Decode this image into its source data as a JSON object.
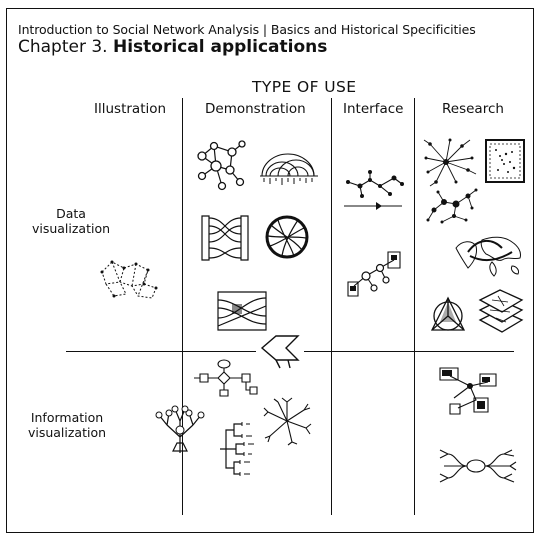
{
  "header": {
    "course_title": "Introduction to Social Network Analysis | Basics and Historical Specificities",
    "chapter_prefix": "Chapter 3. ",
    "chapter_title": "Historical applications"
  },
  "axis_title": "TYPE OF USE",
  "columns": [
    {
      "label": "Illustration"
    },
    {
      "label": "Demonstration"
    },
    {
      "label": "Interface"
    },
    {
      "label": "Research"
    }
  ],
  "rows": [
    {
      "line1": "Data",
      "line2": "visualization"
    },
    {
      "line1": "Information",
      "line2": "visualization"
    }
  ],
  "icons": [
    "network-graph-icon",
    "arc-diagram-icon",
    "alluvial-diagram-icon",
    "chord-diagram-icon",
    "dotted-cluster-icon",
    "sankey-flow-icon",
    "interactive-graph-icon",
    "image-network-icon",
    "star-network-icon",
    "scatter-matrix-icon",
    "dense-network-icon",
    "world-map-flow-icon",
    "triangle-network-icon",
    "layered-planes-icon",
    "flowchart-icon",
    "arrow-flow-icon",
    "family-tree-icon",
    "dendrogram-icon",
    "radial-tree-icon",
    "document-network-icon",
    "mind-map-icon"
  ],
  "colors": {
    "ink": "#111111",
    "background": "#ffffff"
  }
}
